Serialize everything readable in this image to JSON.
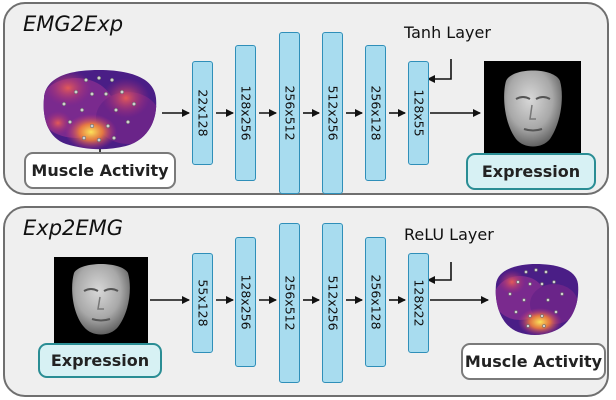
{
  "top": {
    "title": "EMG2Exp",
    "layers": [
      "22x128",
      "128x256",
      "256x512",
      "512x256",
      "256x128",
      "128x55"
    ],
    "activation_label": "Tanh Layer",
    "input_label": "Muscle Activity",
    "output_label": "Expression"
  },
  "bottom": {
    "title": "Exp2EMG",
    "layers": [
      "55x128",
      "128x256",
      "256x512",
      "512x256",
      "256x128",
      "128x22"
    ],
    "activation_label": "ReLU Layer",
    "input_label": "Expression",
    "output_label": "Muscle Activity"
  },
  "colors": {
    "layer_fill": "#a8dcef",
    "layer_border": "#2f8fb9",
    "expression_fill": "#d7f1f4",
    "expression_border": "#2a8d94",
    "muscle_border": "#7a7a7a",
    "panel_fill": "#efefef"
  }
}
